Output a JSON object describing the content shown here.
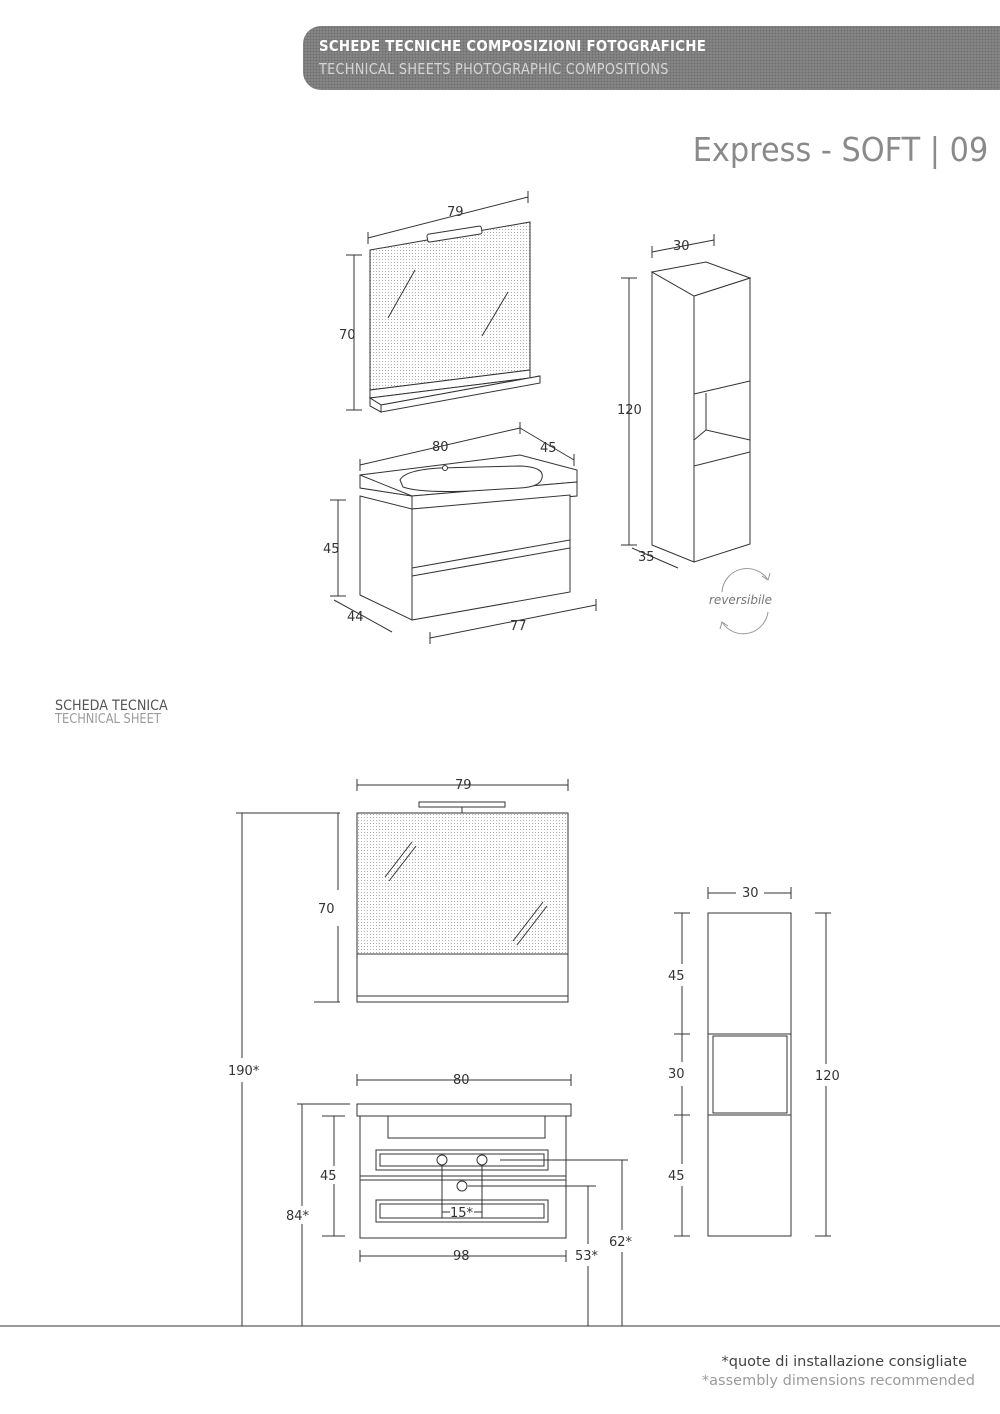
{
  "header": {
    "banner_line1": "SCHEDE TECNICHE COMPOSIZIONI FOTOGRAFICHE",
    "banner_line2": "TECHNICAL SHEETS PHOTOGRAPHIC COMPOSITIONS",
    "product_title": "Express - SOFT | 09"
  },
  "perspective_view": {
    "mirror_width": "79",
    "mirror_height": "70",
    "vanity_width": "80",
    "vanity_depth": "45",
    "cabinet_height": "45",
    "cabinet_depth": "44",
    "cabinet_width": "77",
    "column_width": "30",
    "column_height": "120",
    "column_depth": "35",
    "reversible_label": "reversibile"
  },
  "technical_sheet": {
    "label_line1": "SCHEDA TECNICA",
    "label_line2": "TECHNICAL SHEET"
  },
  "front_view": {
    "total_height": "190*",
    "mirror_width": "79",
    "mirror_height": "70",
    "basin_width": "80",
    "cabinet_height": "45",
    "install_height": "84*",
    "handle_spacing": "15*",
    "overall_width": "98",
    "dim_53": "53*",
    "dim_62": "62*",
    "column_width": "30",
    "column_top": "45",
    "column_mid": "30",
    "column_bottom": "45",
    "column_total": "120"
  },
  "footer": {
    "note_it": "*quote di installazione consigliate",
    "note_en": "*assembly dimensions recommended"
  }
}
